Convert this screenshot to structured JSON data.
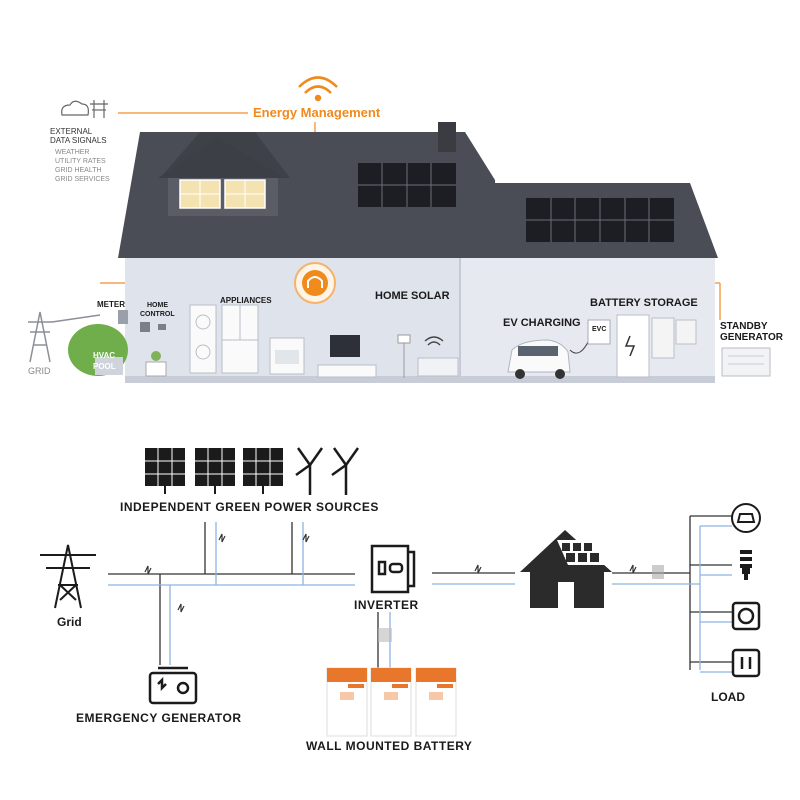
{
  "top": {
    "energy_management": "Energy Management",
    "external": {
      "title_line1": "EXTERNAL",
      "title_line2": "DATA SIGNALS",
      "items": [
        "WEATHER",
        "UTILITY RATES",
        "GRID HEALTH",
        "GRID SERVICES"
      ]
    },
    "grid": "GRID",
    "meter": "METER",
    "hvac_line1": "HVAC",
    "hvac_line2": "POOL",
    "home_control_line1": "HOME",
    "home_control_line2": "CONTROL",
    "appliances": "APPLIANCES",
    "home_solar": "HOME SOLAR",
    "ev_charging": "EV CHARGING",
    "evc": "EVC",
    "battery_storage": "BATTERY STORAGE",
    "standby_line1": "STANDBY",
    "standby_line2": "GENERATOR"
  },
  "bottom": {
    "green_sources": "INDEPENDENT GREEN POWER SOURCES",
    "grid": "Grid",
    "inverter": "INVERTER",
    "emergency_generator": "EMERGENCY GENERATOR",
    "wall_battery": "WALL MOUNTED BATTERY",
    "load": "LOAD"
  },
  "colors": {
    "accent": "#f08a1c",
    "roof": "#4a4d55",
    "wall": "#d9dde6",
    "line": "#222222",
    "dc_line": "#8fb4e0"
  }
}
